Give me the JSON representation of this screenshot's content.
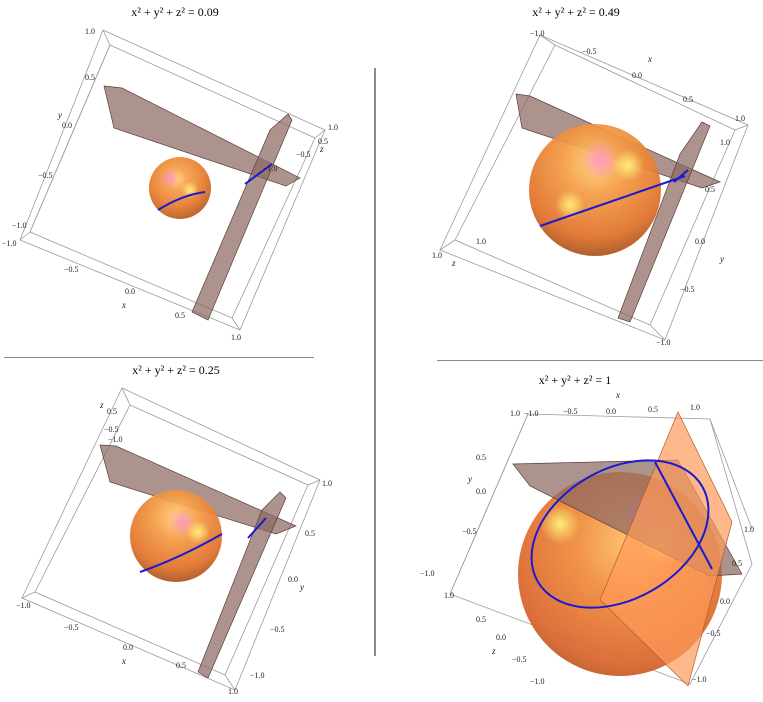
{
  "panels": [
    {
      "title": "x² + y² + z² = 0.09",
      "ticks": [
        "1.0",
        "0.5",
        "0.0",
        "−0.5",
        "−1.0",
        "−1.0",
        "−0.5",
        "0.0",
        "0.5",
        "1.0",
        "1.0",
        "0.5",
        "−0.5",
        "−1.0"
      ],
      "axes": {
        "x": "x",
        "y": "y",
        "z": "z"
      }
    },
    {
      "title": "x² + y² + z² = 0.49",
      "ticks": [
        "−1.0",
        "−0.5",
        "0.0",
        "0.5",
        "1.0",
        "1.0",
        "0.5",
        "0.0",
        "−0.5",
        "−1.0",
        "1.0",
        "1.0"
      ],
      "axes": {
        "x": "x",
        "y": "y",
        "z": "z"
      }
    },
    {
      "title": "x² + y² + z² = 0.25",
      "ticks": [
        "0.5",
        "−0.5",
        "−1.0",
        "1.0",
        "0.5",
        "0.0",
        "−0.5",
        "−1.0",
        "−1.0",
        "−0.5",
        "0.0",
        "0.5",
        "1.0"
      ],
      "axes": {
        "x": "x",
        "y": "y",
        "z": "z"
      }
    },
    {
      "title": "x² + y² + z² = 1",
      "ticks": [
        "1.0",
        "−1.0",
        "−0.5",
        "0.0",
        "0.5",
        "1.0",
        "0.5",
        "0.0",
        "−0.5",
        "−1.0",
        "1.0",
        "0.5",
        "0.0",
        "−0.5",
        "−1.0",
        "1.0",
        "0.5",
        "0.0",
        "−0.5",
        "−1.0"
      ],
      "axes": {
        "x": "x",
        "y": "y",
        "z": "z"
      }
    }
  ],
  "colors": {
    "sphere": "#f28a2e",
    "plane": "#8e6a62",
    "curve": "#1a1ad0",
    "divider": "#8a8a8a"
  }
}
